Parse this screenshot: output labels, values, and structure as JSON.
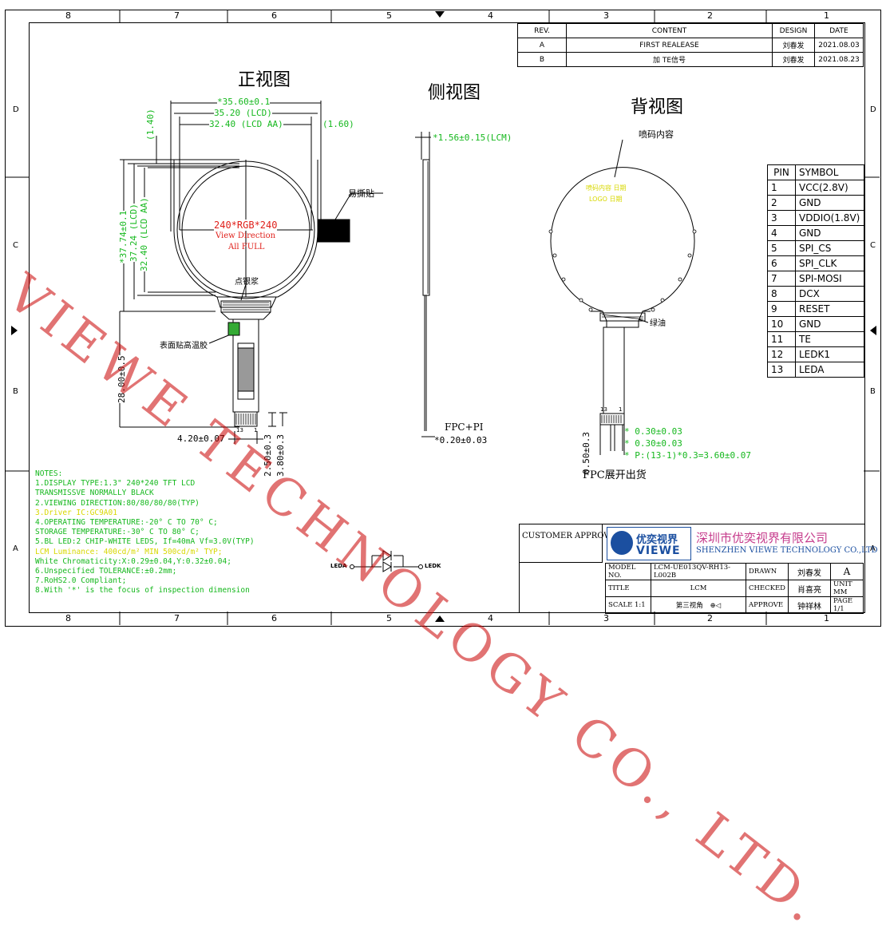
{
  "title_cells": [
    "",
    ""
  ],
  "col_numbers": [
    "8",
    "7",
    "6",
    "5",
    "4",
    "3",
    "2",
    "1"
  ],
  "row_letters": [
    "D",
    "C",
    "B",
    "A"
  ],
  "revisions": {
    "headers": [
      "REV.",
      "CONTENT",
      "DESIGN",
      "DATE"
    ],
    "rows": [
      {
        "rev": "A",
        "content": "FIRST REALEASE",
        "design": "刘春发",
        "date": "2021.08.03"
      },
      {
        "rev": "B",
        "content": "加 TE信号",
        "design": "刘春发",
        "date": "2021.08.23"
      }
    ]
  },
  "views": {
    "front": "正视图",
    "side": "侧视图",
    "back": "背视图"
  },
  "front": {
    "dim_outer": "*35.60±0.1",
    "dim_lcd": "35.20 (LCD)",
    "dim_aa": "32.40 (LCD AA)",
    "dim_gap": "(1.60)",
    "dim_top": "(1.40)",
    "dim_h_outer": "*37.74±0.1",
    "dim_h_lcd": "37.24 (LCD)",
    "dim_h_aa": "32.40 (LCD AA)",
    "resolution": "240*RGB*240",
    "view_dir": "View Direction",
    "all_full": "All FULL",
    "tear_tab": "易撕贴",
    "silver": "点银浆",
    "surface_tape": "表面贴高温胶",
    "dim_28": "28.00±0.5",
    "dim_420": "4.20±0.07",
    "dim_250": "2.50±0.3",
    "dim_380": "3.80±0.3",
    "pin_13": "13",
    "pin_1": "1"
  },
  "side": {
    "dim_thick": "*1.56±0.15(LCM)",
    "fpc": "FPC+PI",
    "fpc_thick": "*0.20±0.03"
  },
  "back": {
    "marking": "喷码内容",
    "code1": "喷码内容 日期",
    "code2": "LOGO 日期",
    "green_oil": "绿油",
    "dim_a": "* 0.30±0.03",
    "dim_b": "* 0.30±0.03",
    "dim_p": "* P:(13-1)*0.3=3.60±0.07",
    "dim_left": "0.50±0.3",
    "fpc_unfold": "FPC展开出货",
    "pin_13": "13",
    "pin_1": "1"
  },
  "pins": {
    "headers": [
      "PIN",
      "SYMBOL"
    ],
    "rows": [
      {
        "pin": "1",
        "symbol": "VCC(2.8V)"
      },
      {
        "pin": "2",
        "symbol": "GND"
      },
      {
        "pin": "3",
        "symbol": "VDDIO(1.8V)"
      },
      {
        "pin": "4",
        "symbol": "GND"
      },
      {
        "pin": "5",
        "symbol": "SPI_CS"
      },
      {
        "pin": "6",
        "symbol": "SPI_CLK"
      },
      {
        "pin": "7",
        "symbol": "SPI-MOSI"
      },
      {
        "pin": "8",
        "symbol": "DCX"
      },
      {
        "pin": "9",
        "symbol": "RESET"
      },
      {
        "pin": "10",
        "symbol": "GND"
      },
      {
        "pin": "11",
        "symbol": "TE"
      },
      {
        "pin": "12",
        "symbol": "LEDK1"
      },
      {
        "pin": "13",
        "symbol": "LEDA"
      }
    ]
  },
  "notes": [
    {
      "text": "NOTES:",
      "color": "green"
    },
    {
      "text": "1.DISPLAY TYPE:1.3\" 240*240 TFT LCD",
      "color": "green"
    },
    {
      "text": "  TRANSMISSVE NORMALLY BLACK",
      "color": "green"
    },
    {
      "text": "2.VIEWING DIRECTION:80/80/80/80(TYP)",
      "color": "green"
    },
    {
      "text": "3.Driver IC:GC9A01",
      "color": "yellow"
    },
    {
      "text": "4.OPERATING TEMPERATURE:-20° C TO 70° C;",
      "color": "green"
    },
    {
      "text": "  STORAGE TEMPERATURE:-30° C TO 80° C;",
      "color": "green"
    },
    {
      "text": "5.BL LED:2 CHIP-WHITE LEDS, If=40mA Vf=3.0V(TYP)",
      "color": "green"
    },
    {
      "text": "  LCM Luminance: 400cd/m² MIN 500cd/m² TYP;",
      "color": "yellow"
    },
    {
      "text": "  White Chromaticity:X:0.29±0.04,Y:0.32±0.04;",
      "color": "green"
    },
    {
      "text": "6.Unspecified TOLERANCE:±0.2mm;",
      "color": "green"
    },
    {
      "text": "7.RoHS2.0 Compliant;",
      "color": "green"
    },
    {
      "text": "8.With '*'  is the focus of inspection dimension",
      "color": "green"
    }
  ],
  "led": {
    "leda": "LEDA",
    "ledk": "LEDK"
  },
  "title_block": {
    "customer_approve": "CUSTOMER APPROVE",
    "brand_cn": "优奕视界",
    "brand_en": "VIEWE",
    "company_cn": "深圳市优奕视界有限公司",
    "company_en": "SHENZHEN VIEWE TECHNOLOGY CO.,LTD",
    "model_label": "MODEL NO.",
    "model_value": "LCM-UE013QV-RH13-L002B",
    "drawn_label": "DRAWN",
    "drawn_value": "刘春发",
    "rev_letter": "A",
    "title_label": "TITLE",
    "title_value": "LCM",
    "checked_label": "CHECKED",
    "checked_value": "肖喜亮",
    "unit": "UNIT MM",
    "scale": "SCALE 1:1",
    "projection": "第三视角",
    "approve_label": "APPROVE",
    "approve_value": "钟祥林",
    "page": "PAGE 1/1"
  },
  "watermark": "VIEWE TECHNOLOGY CO., LTD."
}
